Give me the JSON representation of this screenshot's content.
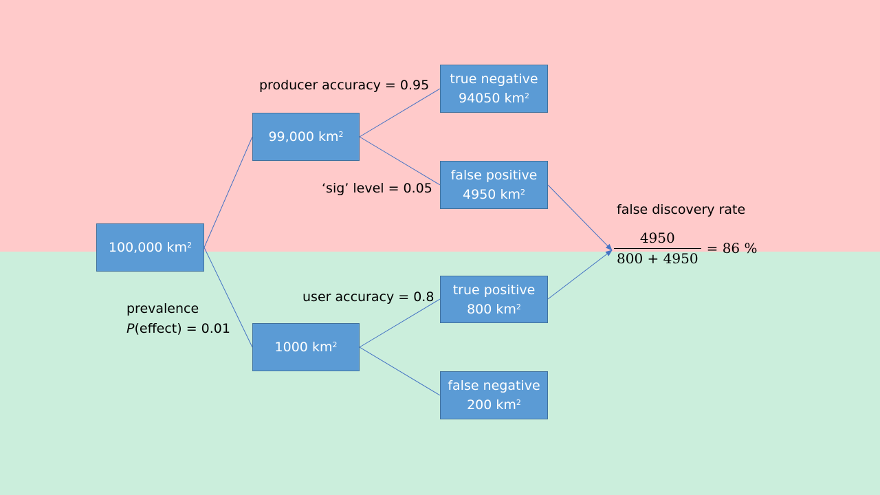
{
  "nodes": {
    "root": {
      "value": "100,000",
      "unit": "km",
      "exp": "2"
    },
    "effect_absent": {
      "value": "99,000",
      "unit": "km",
      "exp": "2"
    },
    "effect_present": {
      "value": "1000",
      "unit": "km",
      "exp": "2"
    },
    "true_negative": {
      "title": "true negative",
      "value": "94050",
      "unit": "km",
      "exp": "2"
    },
    "false_positive": {
      "title": "false positive",
      "value": "4950",
      "unit": "km",
      "exp": "2"
    },
    "true_positive": {
      "title": "true positive",
      "value": "800",
      "unit": "km",
      "exp": "2"
    },
    "false_negative": {
      "title": "false negative",
      "value": "200",
      "unit": "km",
      "exp": "2"
    }
  },
  "labels": {
    "producer_accuracy": "producer accuracy = 0.95",
    "sig_level": "‘sig’ level = 0.05",
    "user_accuracy": "user accuracy = 0.8",
    "prevalence_line1": "prevalence",
    "prevalence_italic": "P",
    "prevalence_rest": "(effect) = 0.01"
  },
  "formula": {
    "title": "false discovery rate",
    "numerator": "4950",
    "denominator_a": "800",
    "plus": "+",
    "denominator_b": "4950",
    "equals": "=",
    "result": "86 %"
  },
  "colors": {
    "top_region": "#FFCACA",
    "bottom_region": "#CBEEDC",
    "node_fill": "#5B9BD5",
    "node_border": "#41719C",
    "edge": "#4472C4"
  }
}
